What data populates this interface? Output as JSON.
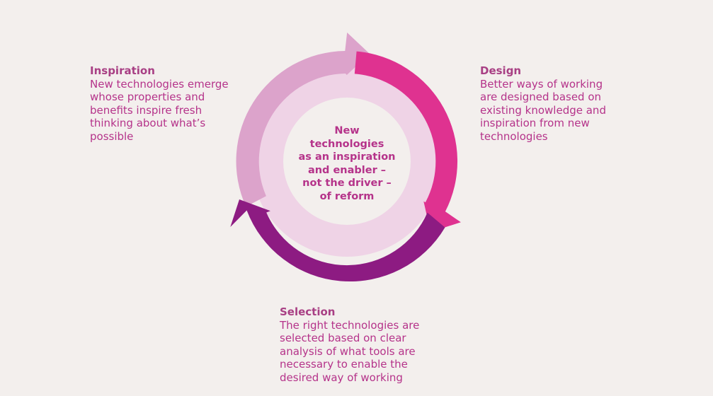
{
  "center": {
    "lines": [
      "New",
      "technologies",
      "as an inspiration",
      "and enabler –",
      "not the driver –",
      "of reform"
    ]
  },
  "steps": {
    "inspiration": {
      "title": "Inspiration",
      "lines": [
        "New technologies emerge",
        "whose properties and",
        "benefits inspire fresh",
        "thinking about what’s",
        "possible"
      ]
    },
    "design": {
      "title": "Design",
      "lines": [
        "Better ways of working",
        "are designed based on",
        "existing knowledge and",
        "inspiration from new",
        "technologies"
      ]
    },
    "selection": {
      "title": "Selection",
      "lines": [
        "The right technologies are",
        "selected based on clear",
        "analysis of what tools are",
        "necessary to enable the",
        "desired way of working"
      ]
    }
  },
  "colors": {
    "background": "#f3efed",
    "inner_disc": "#efd3e6",
    "center_disc": "#f3efed",
    "arc_inspiration": "#dca3cb",
    "arc_design": "#df3290",
    "arc_selection": "#8d1b82",
    "text": "#b5338a"
  }
}
